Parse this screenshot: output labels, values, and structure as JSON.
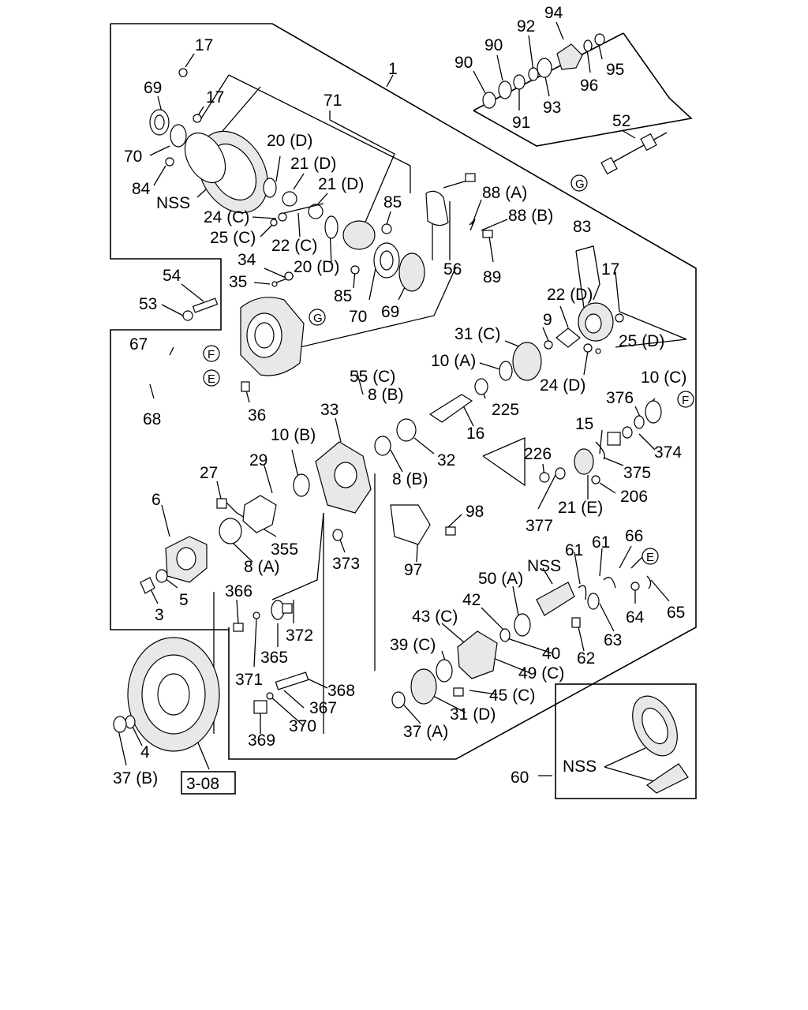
{
  "labels": {
    "l1": "1",
    "l17a": "17",
    "l69a": "69",
    "l17b": "17",
    "l71": "71",
    "l70a": "70",
    "l84": "84",
    "l20d": "20 (D)",
    "l21da": "21 (D)",
    "l21db": "21 (D)",
    "lnss1": "NSS",
    "l24c": "24 (C)",
    "l25c": "25 (C)",
    "l22c": "22 (C)",
    "l85a": "85",
    "l34": "34",
    "l20d2": "20 (D)",
    "l35": "35",
    "l85b": "85",
    "l70b": "70",
    "l69b": "69",
    "l54": "54",
    "l53": "53",
    "l90a": "90",
    "l90b": "90",
    "l92": "92",
    "l94": "94",
    "l95": "95",
    "l96": "96",
    "l93": "93",
    "l91": "91",
    "l52": "52",
    "l88a": "88 (A)",
    "l88b": "88 (B)",
    "l89": "89",
    "l56": "56",
    "l83": "83",
    "l17c": "17",
    "l22d": "22 (D)",
    "l9": "9",
    "l25d": "25 (D)",
    "l31c": "31 (C)",
    "l10a": "10 (A)",
    "l24d": "24 (D)",
    "l67": "67",
    "l68": "68",
    "l55c": "55 (C)",
    "l8b1": "8 (B)",
    "l225": "225",
    "l36": "36",
    "l33": "33",
    "l16": "16",
    "l10c": "10 (C)",
    "l376": "376",
    "l374": "374",
    "l32": "32",
    "l10b": "10 (B)",
    "l8b2": "8 (B)",
    "l15": "15",
    "l226": "226",
    "l375": "375",
    "l29": "29",
    "l27": "27",
    "l6": "6",
    "l206": "206",
    "l21e": "21 (E)",
    "l98": "98",
    "l377": "377",
    "l355": "355",
    "l8a": "8 (A)",
    "l373": "373",
    "l97": "97",
    "l61a": "61",
    "l61b": "61",
    "l66": "66",
    "lnss2": "NSS",
    "l50a": "50 (A)",
    "l5": "5",
    "l3": "3",
    "l366": "366",
    "l42": "42",
    "l43c": "43 (C)",
    "l64": "64",
    "l65": "65",
    "l372": "372",
    "l63": "63",
    "l40": "40",
    "l62": "62",
    "l39c": "39 (C)",
    "l365": "365",
    "l49c": "49 (C)",
    "l371": "371",
    "l368": "368",
    "l45c": "45 (C)",
    "l367": "367",
    "l31d": "31 (D)",
    "l370": "370",
    "l369": "369",
    "l37a": "37 (A)",
    "l4": "4",
    "lnss3": "NSS",
    "l60": "60",
    "l37b": "37 (B)",
    "l308": "3-08",
    "cG1": "G",
    "cG2": "G",
    "cF1": "F",
    "cE1": "E",
    "cF2": "F",
    "cE2": "E"
  }
}
